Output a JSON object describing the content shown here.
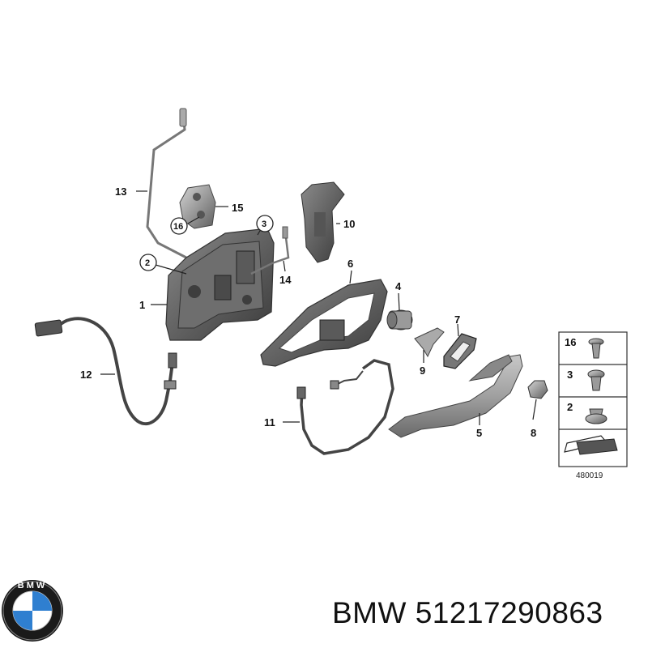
{
  "callouts": {
    "c1": "1",
    "c2": "2",
    "c3": "3",
    "c4": "4",
    "c5": "5",
    "c6": "6",
    "c7": "7",
    "c8": "8",
    "c9": "9",
    "c10": "10",
    "c11": "11",
    "c12": "12",
    "c13": "13",
    "c14": "14",
    "c15": "15",
    "c16": "16"
  },
  "legend": {
    "items": [
      "16",
      "3",
      "2"
    ],
    "diagram_number": "480019"
  },
  "brand": {
    "name": "BMW",
    "part_number": "51217290863",
    "logo_letters": "BMW",
    "logo_colors": {
      "ring": "#1a1a1a",
      "blue": "#2f7fd0",
      "white": "#ffffff"
    }
  }
}
